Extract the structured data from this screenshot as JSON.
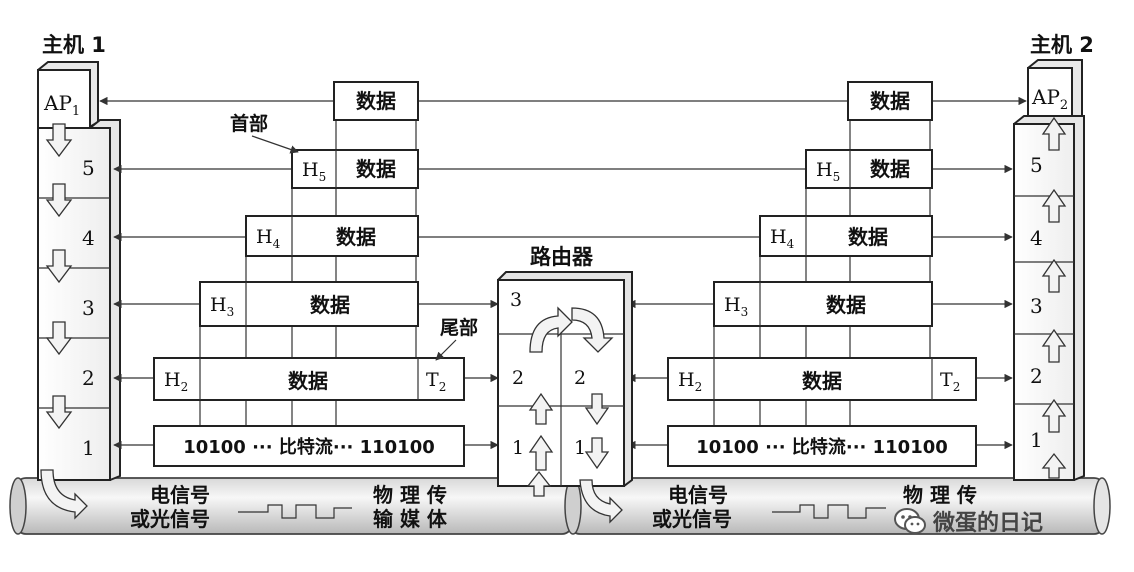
{
  "hosts": {
    "host1": {
      "title": "主机 1",
      "ap": "AP",
      "ap_sub": "1"
    },
    "host2": {
      "title": "主机 2",
      "ap": "AP",
      "ap_sub": "2"
    },
    "layers": [
      "5",
      "4",
      "3",
      "2",
      "1"
    ]
  },
  "router": {
    "title": "路由器",
    "top_layer": "3",
    "layer2": "2",
    "layer1": "1"
  },
  "pdus": {
    "data": "数据",
    "h5": "H",
    "h5_sub": "5",
    "h4": "H",
    "h4_sub": "4",
    "h3": "H",
    "h3_sub": "3",
    "h2": "H",
    "h2_sub": "2",
    "t2": "T",
    "t2_sub": "2",
    "bitstream": "10100 ··· 比特流··· 110100"
  },
  "annotations": {
    "header": "首部",
    "trailer": "尾部"
  },
  "medium": {
    "signal_line1": "电信号",
    "signal_line2": "或光信号",
    "media_line1": "物 理 传",
    "media_line2": "输 媒 体"
  },
  "watermark": {
    "text": "微蛋的日记",
    "icon": "wechat-icon"
  }
}
